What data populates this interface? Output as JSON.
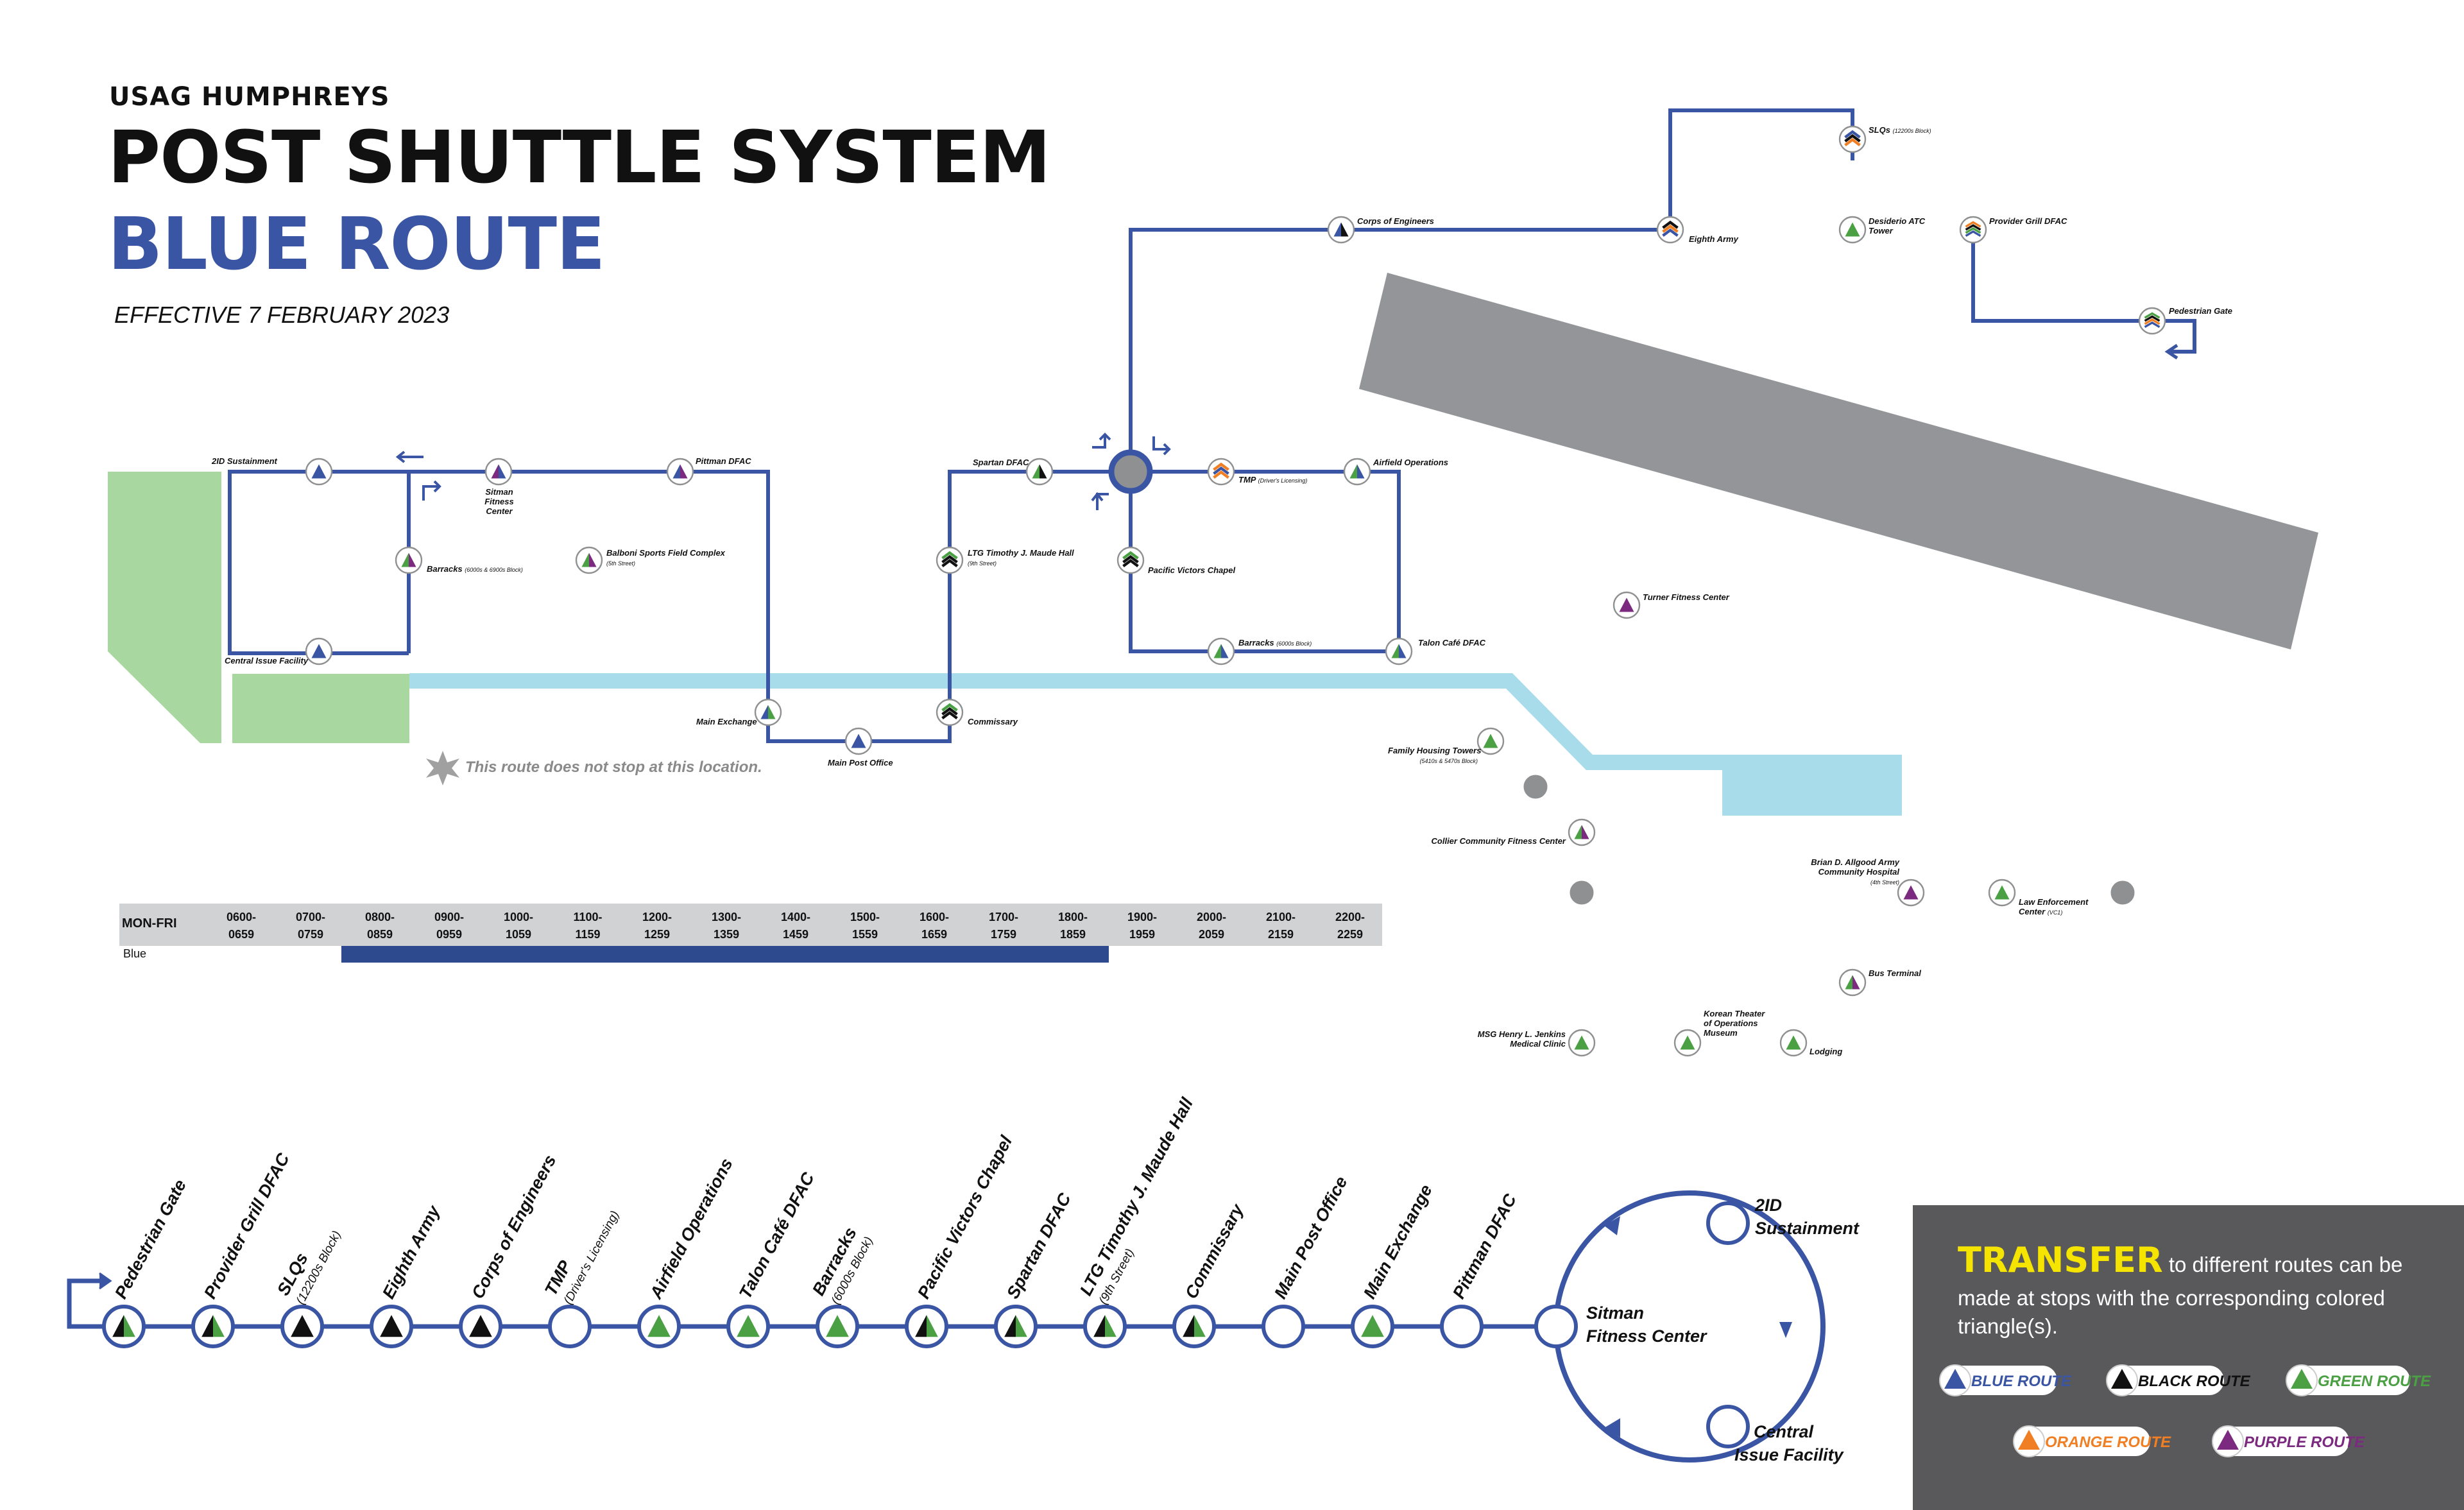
{
  "header": {
    "subtitle": "USAG HUMPHREYS",
    "title": "POST SHUTTLE SYSTEM",
    "route": "BLUE ROUTE",
    "effective": "EFFECTIVE 7 FEBRUARY 2023"
  },
  "colors": {
    "blue": "#3a55a3",
    "black": "#111111",
    "green": "#4aa043",
    "orange": "#f07f24",
    "purple": "#7b2a7f",
    "water": "#a8dcea",
    "park": "#a8d8a0",
    "runway": "#939598",
    "schedule_bar": "#2e4a8f",
    "transfer_box": "#59595b",
    "transfer_heading": "#f5e400"
  },
  "map": {
    "note": "This route does not stop at this location.",
    "stops": {
      "sustainment_2id": "2ID Sustainment",
      "sitman": "Sitman Fitness Center",
      "pittman": "Pittman DFAC",
      "barracks_west": "Barracks",
      "barracks_west_sub": "(6000s & 6900s Block)",
      "balboni": "Balboni Sports Field Complex",
      "balboni_sub": "(5th Street)",
      "cif": "Central Issue Facility",
      "main_exchange": "Main Exchange",
      "main_post_office": "Main Post Office",
      "commissary": "Commissary",
      "spartan": "Spartan DFAC",
      "ltg_maude": "LTG Timothy J. Maude Hall",
      "ltg_maude_sub": "(9th Street)",
      "pacific_victors": "Pacific Victors Chapel",
      "tmp": "TMP",
      "tmp_sub": "(Driver's Licensing)",
      "airfield_ops": "Airfield Operations",
      "barracks_east": "Barracks",
      "barracks_east_sub": "(6000s Block)",
      "talon": "Talon Café DFAC",
      "corps": "Corps of Engineers",
      "eighth_army": "Eighth Army",
      "slqs": "SLQs",
      "slqs_sub": "(12200s Block)",
      "desiderio": "Desiderio ATC Tower",
      "provider": "Provider Grill DFAC",
      "ped_gate": "Pedestrian Gate",
      "turner": "Turner Fitness Center",
      "family_housing": "Family Housing Towers",
      "family_housing_sub": "(5410s & 5470s Block)",
      "collier": "Collier Community Fitness Center",
      "hospital": "Brian D. Allgood Army Community Hospital",
      "hospital_sub": "(4th Street)",
      "law_enf": "Law Enforcement Center",
      "law_enf_sub": "(VC1)",
      "bus_terminal": "Bus Terminal",
      "jenkins": "MSG Henry L. Jenkins Medical Clinic",
      "ktom": "Korean Theater of Operations Museum",
      "lodging": "Lodging"
    }
  },
  "schedule": {
    "day": "MON-FRI",
    "slots": [
      {
        "start": "0600-",
        "end": "0659"
      },
      {
        "start": "0700-",
        "end": "0759"
      },
      {
        "start": "0800-",
        "end": "0859"
      },
      {
        "start": "0900-",
        "end": "0959"
      },
      {
        "start": "1000-",
        "end": "1059"
      },
      {
        "start": "1100-",
        "end": "1159"
      },
      {
        "start": "1200-",
        "end": "1259"
      },
      {
        "start": "1300-",
        "end": "1359"
      },
      {
        "start": "1400-",
        "end": "1459"
      },
      {
        "start": "1500-",
        "end": "1559"
      },
      {
        "start": "1600-",
        "end": "1659"
      },
      {
        "start": "1700-",
        "end": "1759"
      },
      {
        "start": "1800-",
        "end": "1859"
      },
      {
        "start": "1900-",
        "end": "1959"
      },
      {
        "start": "2000-",
        "end": "2059"
      },
      {
        "start": "2100-",
        "end": "2159"
      },
      {
        "start": "2200-",
        "end": "2259"
      }
    ],
    "route_label": "Blue",
    "service_start": "0800",
    "service_end": "1859"
  },
  "route_line": {
    "stops": [
      {
        "name": "Pedestrian Gate",
        "sub": "",
        "marker": "black-green"
      },
      {
        "name": "Provider Grill DFAC",
        "sub": "",
        "marker": "black-green"
      },
      {
        "name": "SLQs",
        "sub": "(12200s Block)",
        "marker": "black"
      },
      {
        "name": "Eighth Army",
        "sub": "",
        "marker": "black"
      },
      {
        "name": "Corps of Engineers",
        "sub": "",
        "marker": "black"
      },
      {
        "name": "TMP",
        "sub": "(Driver's Licensing)",
        "marker": "none"
      },
      {
        "name": "Airfield Operations",
        "sub": "",
        "marker": "green"
      },
      {
        "name": "Talon Café DFAC",
        "sub": "",
        "marker": "green"
      },
      {
        "name": "Barracks",
        "sub": "(6000s Block)",
        "marker": "green"
      },
      {
        "name": "Pacific Victors Chapel",
        "sub": "",
        "marker": "black-green"
      },
      {
        "name": "Spartan DFAC",
        "sub": "",
        "marker": "black-green"
      },
      {
        "name": "LTG Timothy J. Maude Hall",
        "sub": "(9th Street)",
        "marker": "black-green"
      },
      {
        "name": "Commissary",
        "sub": "",
        "marker": "black-green"
      },
      {
        "name": "Main Post Office",
        "sub": "",
        "marker": "none"
      },
      {
        "name": "Main Exchange",
        "sub": "",
        "marker": "green"
      },
      {
        "name": "Pittman DFAC",
        "sub": "",
        "marker": "none"
      }
    ],
    "loop": {
      "sitman": "Sitman",
      "sitman2": "Fitness Center",
      "sust1": "2ID",
      "sust2": "Sustainment",
      "cif1": "Central",
      "cif2": "Issue Facility"
    }
  },
  "transfer": {
    "heading": "TRANSFER",
    "text": "to different routes can be made at stops with the corresponding colored triangle(s).",
    "legend": [
      {
        "label": "BLUE ROUTE",
        "color": "#3a55a3"
      },
      {
        "label": "BLACK ROUTE",
        "color": "#111111"
      },
      {
        "label": "GREEN ROUTE",
        "color": "#4aa043"
      },
      {
        "label": "ORANGE ROUTE",
        "color": "#f07f24"
      },
      {
        "label": "PURPLE ROUTE",
        "color": "#7b2a7f"
      }
    ]
  }
}
